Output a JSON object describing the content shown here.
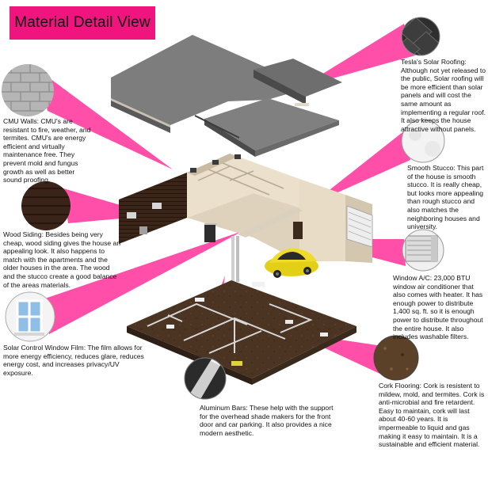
{
  "title": "Material Detail View",
  "colors": {
    "title_bg": "#f0147f",
    "beam": "#ff4fa8",
    "roof": "#7b7b7b",
    "wall": "#e9dcc6",
    "siding": "#3a2418",
    "floor": "#4a3420",
    "car": "#e8d21a"
  },
  "callouts": [
    {
      "id": "solar-roofing",
      "text": "Tesla's Solar Roofing: Although not yet released to the public, Solar roofing will be more efficient than solar panels and will cost the same amount as implementing a regular roof. It also keeps the house attractive without panels.",
      "icon": "solar-shingle-icon"
    },
    {
      "id": "cmu-walls",
      "text": "CMU Walls: CMU's are resistant to fire, weather, and termites. CMU's are energy efficient and virtually maintenance free. They prevent mold and fungus growth as well as better sound proofing.",
      "icon": "cmu-block-icon"
    },
    {
      "id": "smooth-stucco",
      "text": "Smooth Stucco: This part of the house is smooth stucco. It is really cheap, but looks more appealing than rough stucco and also matches the neighboring houses and university.",
      "icon": "stucco-texture-icon"
    },
    {
      "id": "wood-siding",
      "text": "Wood Siding: Besides being very cheap, wood siding gives the house an appealing look. It also happens to match with the apartments and the older houses in the area. The wood and the stucco create a good balance of the areas materials.",
      "icon": "wood-siding-icon"
    },
    {
      "id": "window-ac",
      "text": "Window A/C: 23,000 BTU window air conditioner that also comes with heater. It has enough power to distribute 1,400 sq. ft. so it is enough power to distribute throughout the entire house. It also includes washable filters.",
      "icon": "air-conditioner-icon"
    },
    {
      "id": "window-film",
      "text": "Solar Control Window Film: The film allows for more energy efficiency, reduces glare, reduces energy cost, and increases privacy/UV exposure.",
      "icon": "window-icon"
    },
    {
      "id": "aluminum-bars",
      "text": "Aluminum Bars: These help with the support for the overhead shade makers for the front door and car parking. It also provides a nice modern aesthetic.",
      "icon": "aluminum-bar-icon"
    },
    {
      "id": "cork-flooring",
      "text": "Cork Flooring: Cork is resistent to mildew, mold, and termites. Cork is anti-microbial and fire retardent. Easy to maintain, cork will last about 40-60 years. It is impermeable to liquid and gas making it easy to maintain. It is a sustainable and efficient material.",
      "icon": "cork-texture-icon"
    }
  ]
}
